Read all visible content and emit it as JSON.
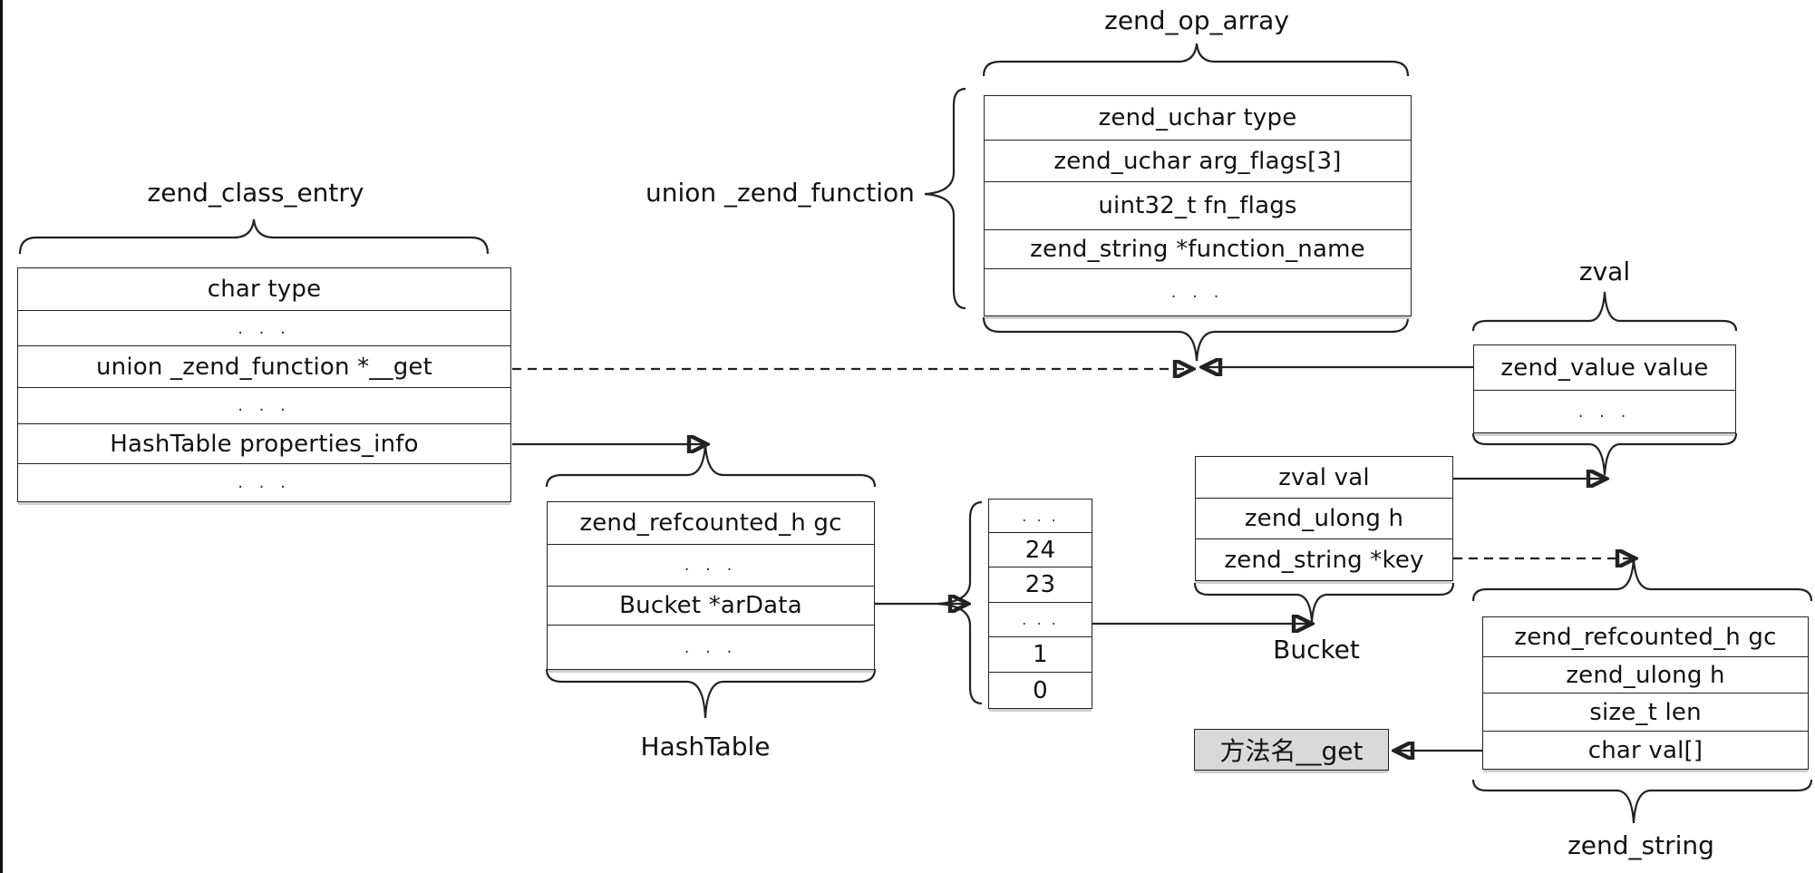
{
  "zend_class_entry": {
    "title": "zend_class_entry",
    "rows": [
      "char type",
      ". . .",
      "union _zend_function *__get",
      ". . .",
      "HashTable properties_info",
      ". . ."
    ]
  },
  "zend_op_array": {
    "title": "zend_op_array",
    "union_label": "union _zend_function",
    "rows": [
      "zend_uchar type",
      "zend_uchar arg_flags[3]",
      "uint32_t fn_flags",
      "zend_string *function_name",
      ". . ."
    ]
  },
  "zval": {
    "title": "zval",
    "rows": [
      "zend_value value",
      ". . ."
    ]
  },
  "hashtable": {
    "title": "HashTable",
    "rows": [
      "zend_refcounted_h gc",
      ". . .",
      "Bucket *arData",
      ". . ."
    ]
  },
  "ardata_array": {
    "rows": [
      ". . .",
      "24",
      "23",
      ". . .",
      "1",
      "0"
    ]
  },
  "bucket": {
    "title": "Bucket",
    "rows": [
      "zval val",
      "zend_ulong h",
      "zend_string *key"
    ]
  },
  "zend_string": {
    "title": "zend_string",
    "rows": [
      "zend_refcounted_h gc",
      "zend_ulong h",
      "size_t len",
      "char val[]"
    ]
  },
  "method_name": "方法名__get"
}
